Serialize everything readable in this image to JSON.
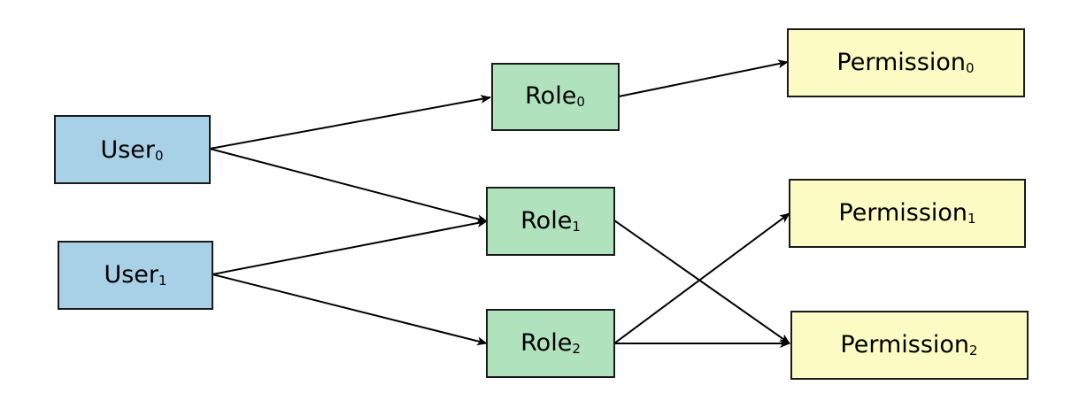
{
  "colors": {
    "user": "#a8d0e6",
    "role": "#b0e3bd",
    "permission": "#fbfbc3",
    "edge": "#000000"
  },
  "nodes": {
    "user0": {
      "label": "User",
      "sub": "0",
      "kind": "user"
    },
    "user1": {
      "label": "User",
      "sub": "1",
      "kind": "user"
    },
    "role0": {
      "label": "Role",
      "sub": "0",
      "kind": "role"
    },
    "role1": {
      "label": "Role",
      "sub": "1",
      "kind": "role"
    },
    "role2": {
      "label": "Role",
      "sub": "2",
      "kind": "role"
    },
    "perm0": {
      "label": "Permission",
      "sub": "0",
      "kind": "permission"
    },
    "perm1": {
      "label": "Permission",
      "sub": "1",
      "kind": "permission"
    },
    "perm2": {
      "label": "Permission",
      "sub": "2",
      "kind": "permission"
    }
  },
  "edges": [
    {
      "from": "user0",
      "to": "role0"
    },
    {
      "from": "user0",
      "to": "role1"
    },
    {
      "from": "user1",
      "to": "role1"
    },
    {
      "from": "user1",
      "to": "role2"
    },
    {
      "from": "role0",
      "to": "perm0"
    },
    {
      "from": "role1",
      "to": "perm2"
    },
    {
      "from": "role2",
      "to": "perm1"
    },
    {
      "from": "role2",
      "to": "perm2"
    }
  ]
}
